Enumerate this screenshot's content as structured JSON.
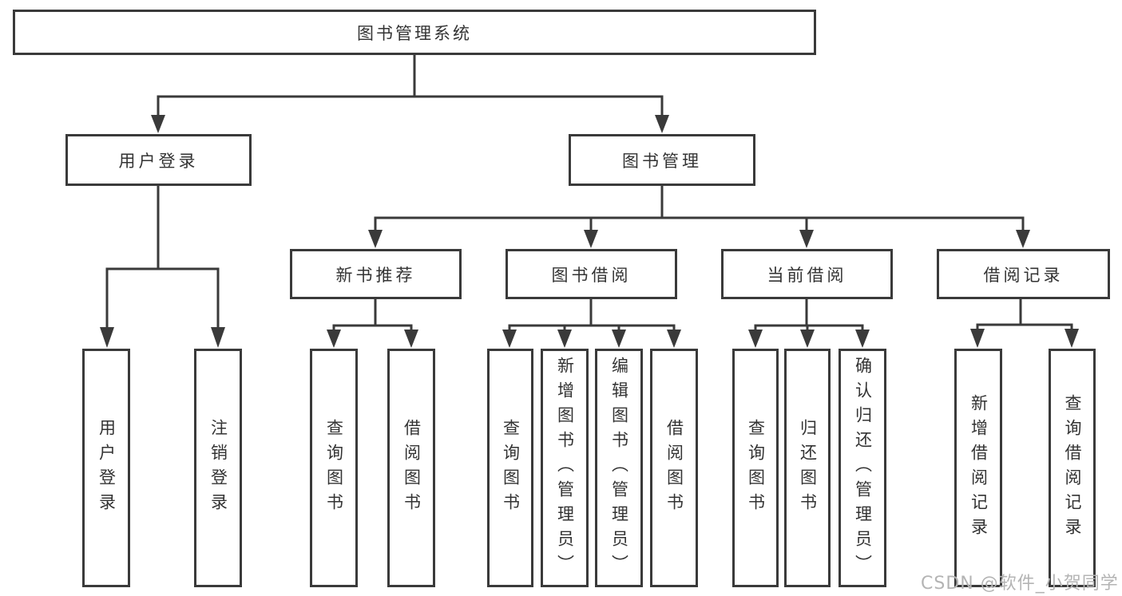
{
  "tree": {
    "root": {
      "label": "图书管理系统"
    },
    "branches": [
      {
        "label": "用户登录",
        "children": [
          {
            "label": "用户登录"
          },
          {
            "label": "注销登录"
          }
        ]
      },
      {
        "label": "图书管理",
        "children": [
          {
            "label": "新书推荐",
            "children": [
              {
                "label": "查询图书"
              },
              {
                "label": "借阅图书"
              }
            ]
          },
          {
            "label": "图书借阅",
            "children": [
              {
                "label": "查询图书"
              },
              {
                "label": "新增图书（管理员）"
              },
              {
                "label": "编辑图书（管理员）"
              },
              {
                "label": "借阅图书"
              }
            ]
          },
          {
            "label": "当前借阅",
            "children": [
              {
                "label": "查询图书"
              },
              {
                "label": "归还图书"
              },
              {
                "label": "确认归还（管理员）"
              }
            ]
          },
          {
            "label": "借阅记录",
            "children": [
              {
                "label": "新增借阅记录"
              },
              {
                "label": "查询借阅记录"
              }
            ]
          }
        ]
      }
    ]
  },
  "watermark": {
    "text": "CSDN @软件_小贺同学"
  },
  "colors": {
    "line": "#3a3a3a",
    "text": "#333333",
    "watermark": "#b4b4b4",
    "background": "#ffffff"
  }
}
